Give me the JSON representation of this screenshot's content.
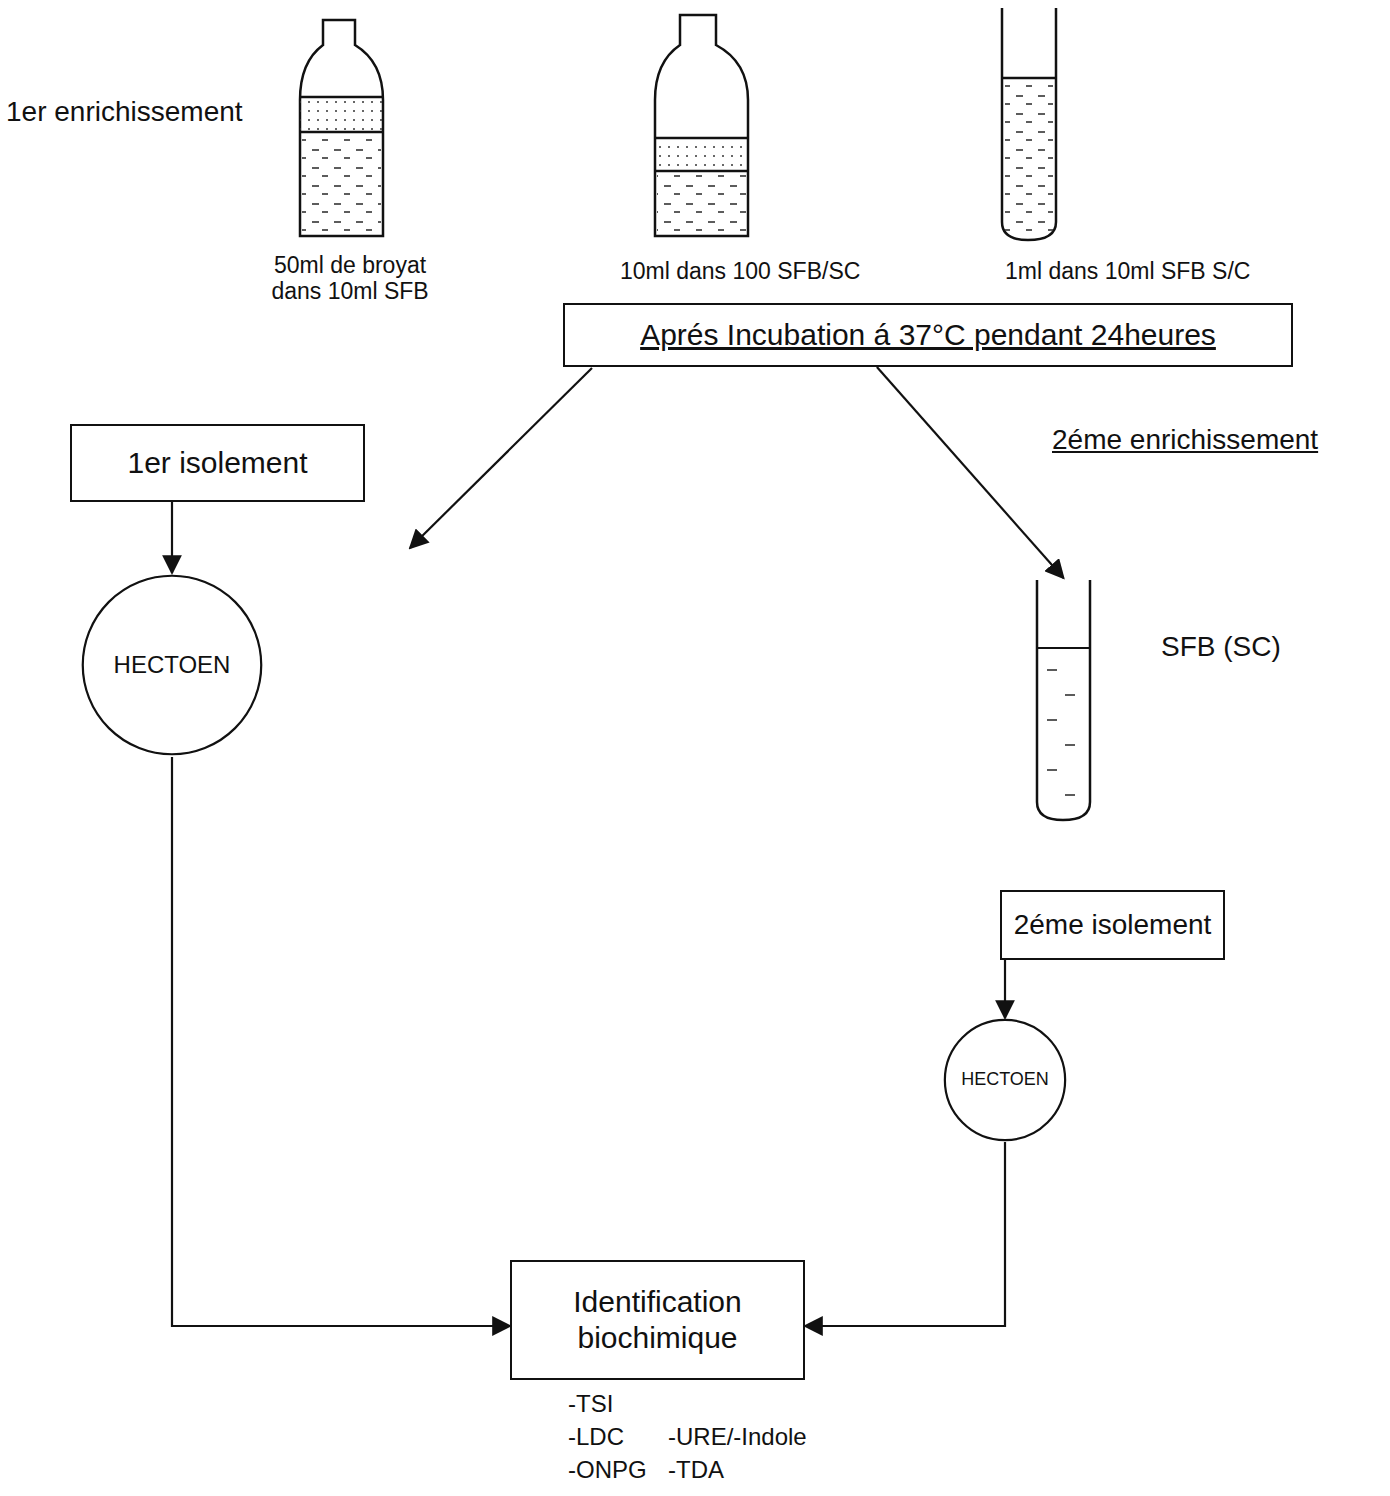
{
  "diagram": {
    "nodes": [
      {
        "text": [
          "Aprés Incubation á 37°C pendant 24heures"
        ]
      },
      {
        "text": [
          "1er isolement"
        ]
      },
      {
        "text": [
          "HECTOEN"
        ]
      },
      {
        "text": [
          "SFB (SC)"
        ]
      },
      {
        "text": [
          "2éme isolement"
        ]
      },
      {
        "text": [
          "HECTOEN"
        ]
      },
      {
        "text": [
          "Identification biochimique"
        ]
      }
    ],
    "edges": [
      {
        "from": 0,
        "to": 3,
        "arrow": "to"
      },
      {
        "from": 1,
        "to": 2,
        "arrow": "to"
      },
      {
        "from": 2,
        "to": 6,
        "arrow": "to"
      },
      {
        "from": 4,
        "to": 5,
        "arrow": "to"
      },
      {
        "from": 5,
        "to": 6,
        "arrow": "to"
      }
    ],
    "labels": [
      "1er enrichissement",
      "50ml de broyat dans 10ml SFB",
      "10ml dans 100 SFB/SC",
      "1ml dans 10ml SFB S/C",
      "2éme enrichissement",
      "-TSI",
      "-LDC",
      "-URE/-Indole",
      "-ONPG",
      "-TDA"
    ]
  }
}
